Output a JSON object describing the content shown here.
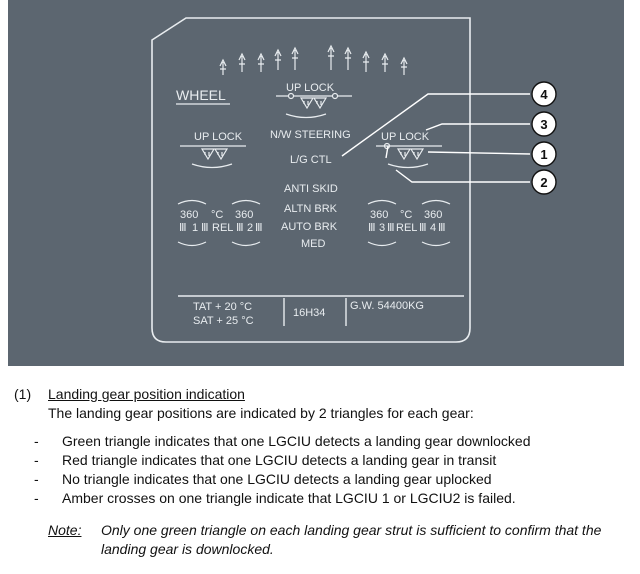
{
  "ecam": {
    "title": "WHEEL",
    "up_lock": "UP LOCK",
    "nw_steering": "N/W STEERING",
    "lg_ctl": "L/G CTL",
    "anti_skid": "ANTI SKID",
    "altn_brk": "ALTN BRK",
    "auto_brk": "AUTO BRK",
    "med": "MED",
    "temp_value": "360",
    "temp_unit": "°C",
    "rel": "REL",
    "wheel_1": "1",
    "wheel_2": "2",
    "wheel_3": "3",
    "wheel_4": "4",
    "tat": "TAT + 20 °C",
    "sat": "SAT + 25 °C",
    "time": "16H34",
    "gw": "G.W.  54400KG"
  },
  "callouts": [
    "1",
    "2",
    "3",
    "4"
  ],
  "notes": {
    "item_number": "(1)",
    "heading": "Landing gear position indication",
    "intro": "The landing gear positions are indicated by 2 triangles for each gear:",
    "bullets": [
      "Green triangle indicates that one LGCIU detects a landing gear downlocked",
      "Red triangle indicates that one LGCIU detects a landing gear in transit",
      "No triangle indicates that one LGCIU detects a landing gear uplocked",
      "Amber crosses on one triangle indicate that LGCIU 1 or LGCIU2 is failed."
    ],
    "note_label": "Note:",
    "note_line1": "Only one green triangle on each landing gear strut is sufficient to confirm that the",
    "note_line2": "landing gear is downlocked."
  },
  "colors": {
    "panel_bg": "#5c6670",
    "panel_lines": "#e8ecef",
    "callout_bg": "#ffffff"
  }
}
